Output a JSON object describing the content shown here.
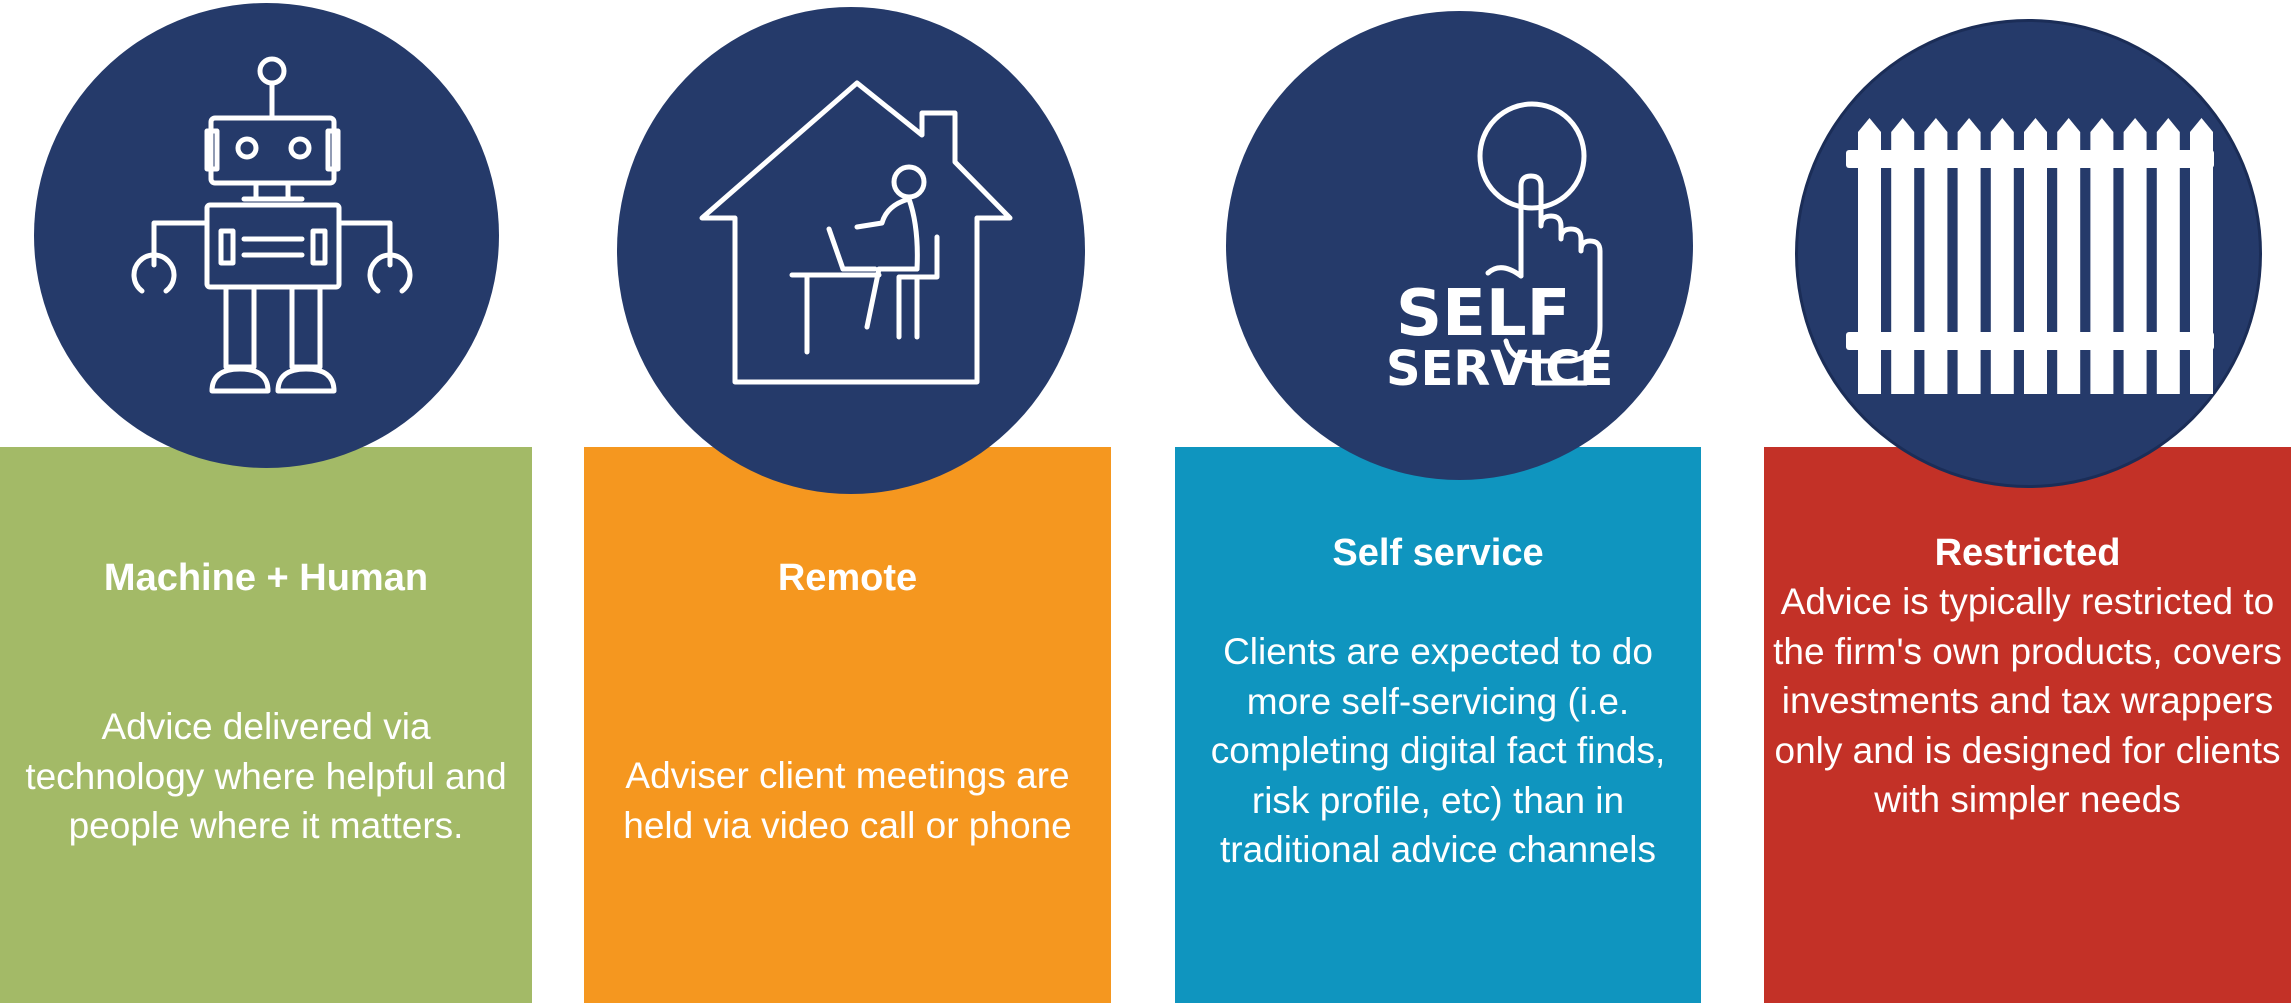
{
  "colors": {
    "circle_fill": "#253a6a",
    "machine_panel": "#a3ba67",
    "remote_panel": "#f5971f",
    "self_service_panel": "#0f95bf",
    "restricted_panel": "#c33127",
    "text": "#ffffff"
  },
  "cards": {
    "machine_human": {
      "icon": "robot-icon",
      "title": "Machine + Human",
      "body": "Advice delivered via technology where helpful and people where it matters."
    },
    "remote": {
      "icon": "house-with-person-at-computer-icon",
      "title": "Remote",
      "body": "Adviser client meetings are held via video call or phone"
    },
    "self_service": {
      "icon": "self-service-hand-tap-icon",
      "icon_text_line1": "SELF",
      "icon_text_line2": "SERVICE",
      "title": "Self service",
      "body": "Clients are expected to do more self-servicing (i.e. completing digital fact finds, risk profile, etc) than in traditional advice channels"
    },
    "restricted": {
      "icon": "picket-fence-icon",
      "title": "Restricted",
      "body": "Advice is typically restricted to the firm's own products, covers investments and tax wrappers only and is designed for clients with simpler needs"
    }
  }
}
